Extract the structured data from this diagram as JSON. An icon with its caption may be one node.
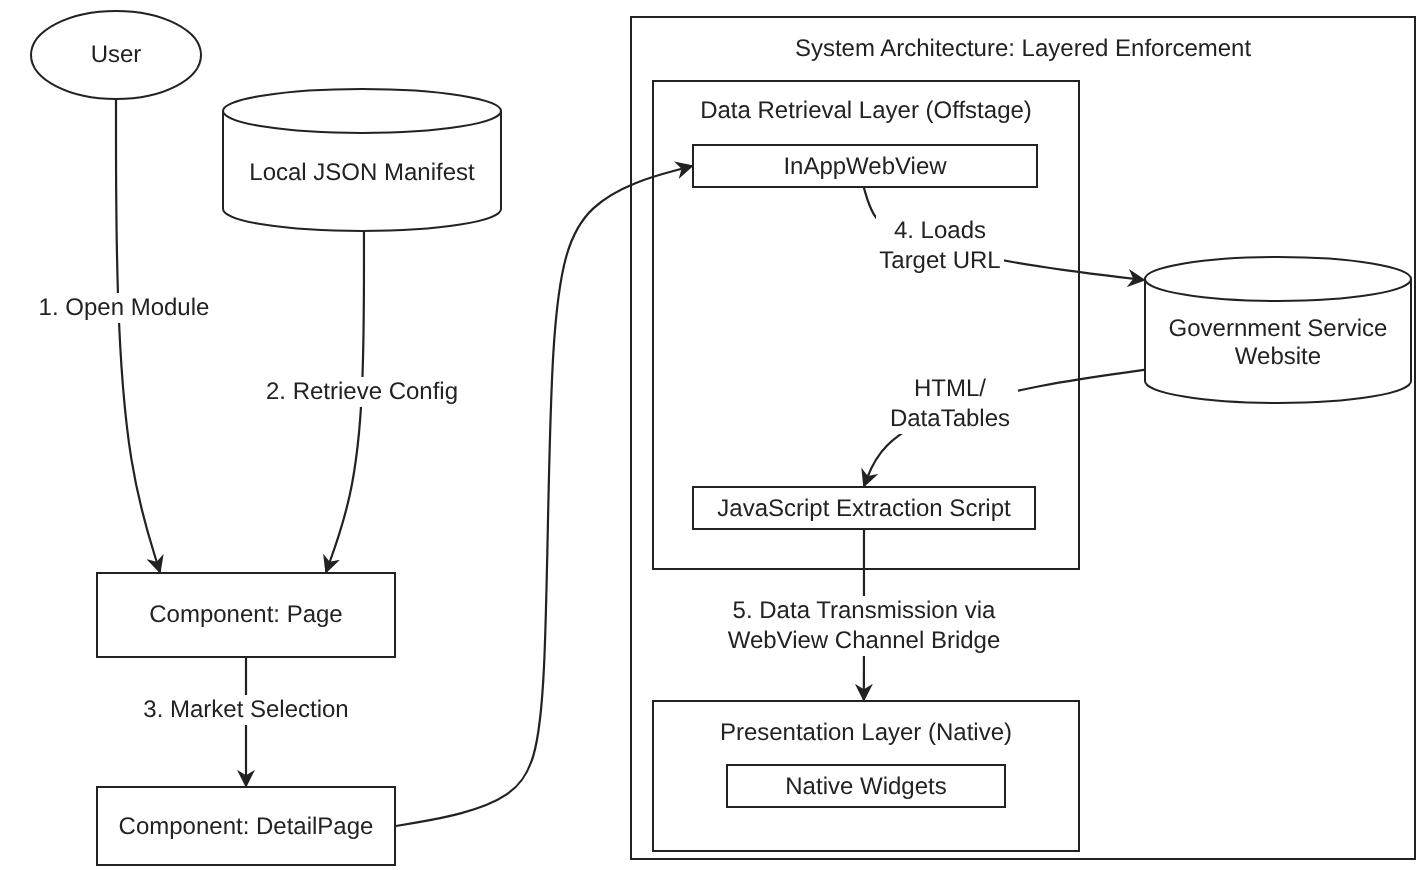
{
  "diagram": {
    "nodes": [
      {
        "text": [
          "User"
        ]
      },
      {
        "text": [
          "Local JSON Manifest"
        ]
      },
      {
        "text": [
          "Component: Page"
        ]
      },
      {
        "text": [
          "Component: DetailPage"
        ]
      },
      {
        "text": [
          "System Architecture: Layered Enforcement"
        ]
      },
      {
        "text": [
          "Data Retrieval Layer (Offstage)"
        ],
        "in": 4
      },
      {
        "text": [
          "InAppWebView"
        ],
        "in": 5
      },
      {
        "text": [
          "Government Service Website"
        ],
        "in": 4
      },
      {
        "text": [
          "JavaScript Extraction Script"
        ],
        "in": 5
      },
      {
        "text": [
          "Presentation Layer (Native)"
        ],
        "in": 4
      },
      {
        "text": [
          "Native Widgets"
        ],
        "in": 9
      }
    ],
    "edges": [
      {
        "from": 0,
        "to": 2,
        "arrow": "to",
        "label": "1. Open Module"
      },
      {
        "from": 1,
        "to": 2,
        "arrow": "to",
        "label": "2. Retrieve Config"
      },
      {
        "from": 2,
        "to": 3,
        "arrow": "to",
        "label": "3. Market Selection"
      },
      {
        "from": 3,
        "to": 6,
        "arrow": "to"
      },
      {
        "from": 6,
        "to": 7,
        "arrow": "to",
        "label": "4. Loads Target URL"
      },
      {
        "from": 7,
        "to": 8,
        "arrow": "to",
        "label": "HTML/ DataTables"
      },
      {
        "from": 8,
        "to": 9,
        "arrow": "to",
        "label": "5. Data Transmission via WebView Channel Bridge"
      }
    ]
  }
}
